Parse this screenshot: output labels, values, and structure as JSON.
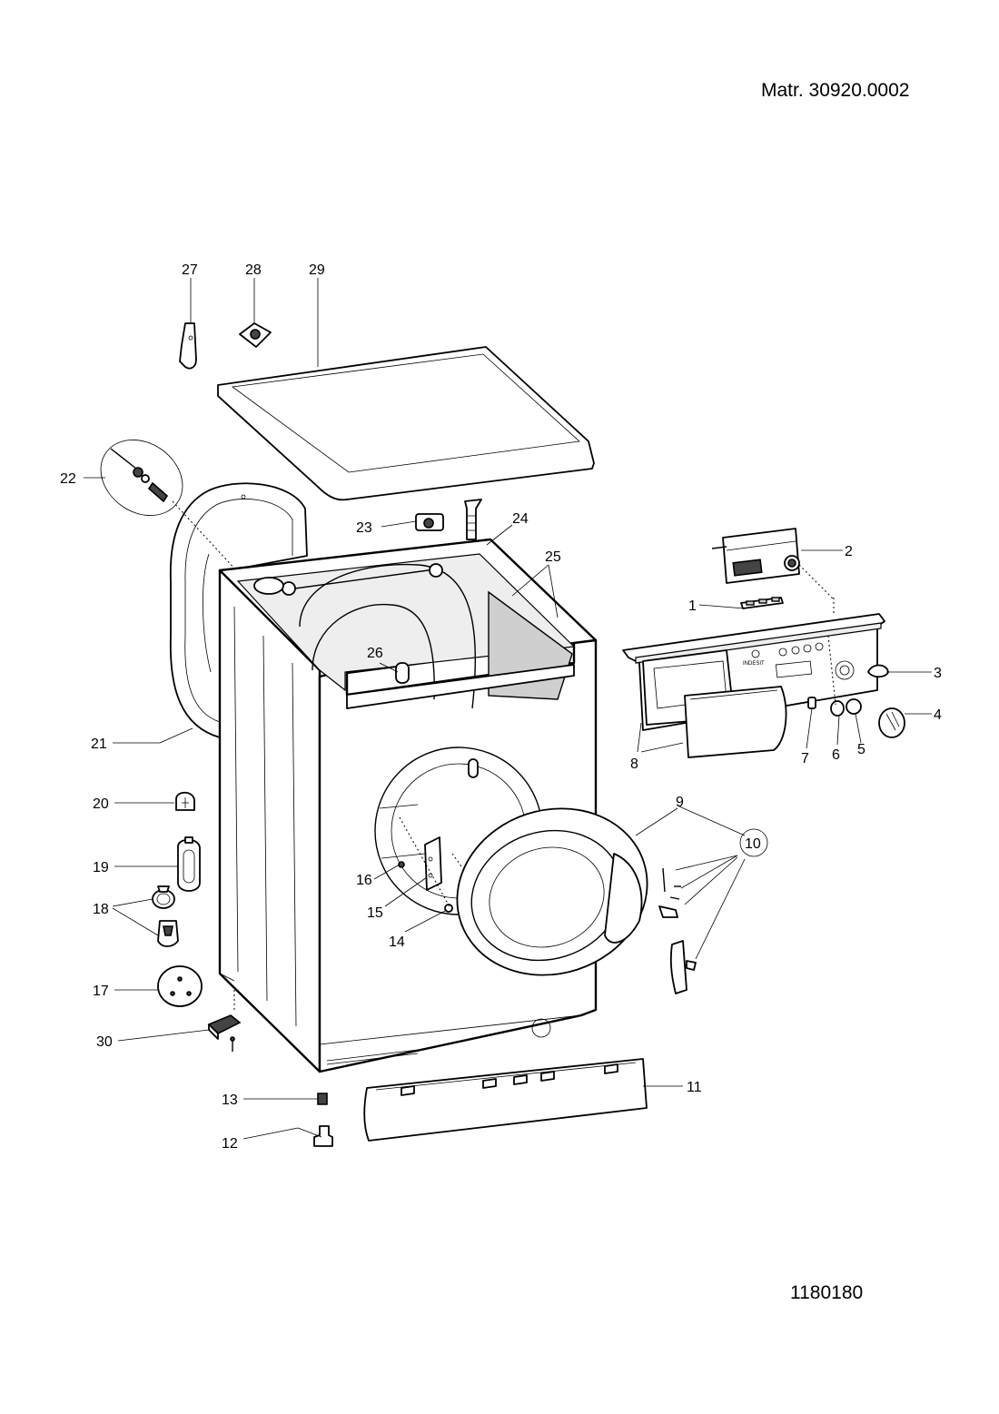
{
  "header": {
    "material_number": "Matr. 30920.0002"
  },
  "footer": {
    "drawing_code": "1180180"
  },
  "callouts": [
    "1",
    "2",
    "3",
    "4",
    "5",
    "6",
    "7",
    "8",
    "9",
    "10",
    "11",
    "12",
    "13",
    "14",
    "15",
    "16",
    "17",
    "18",
    "19",
    "20",
    "21",
    "22",
    "23",
    "24",
    "25",
    "26",
    "27",
    "28",
    "29",
    "30"
  ],
  "brand_mark": "INDESIT"
}
